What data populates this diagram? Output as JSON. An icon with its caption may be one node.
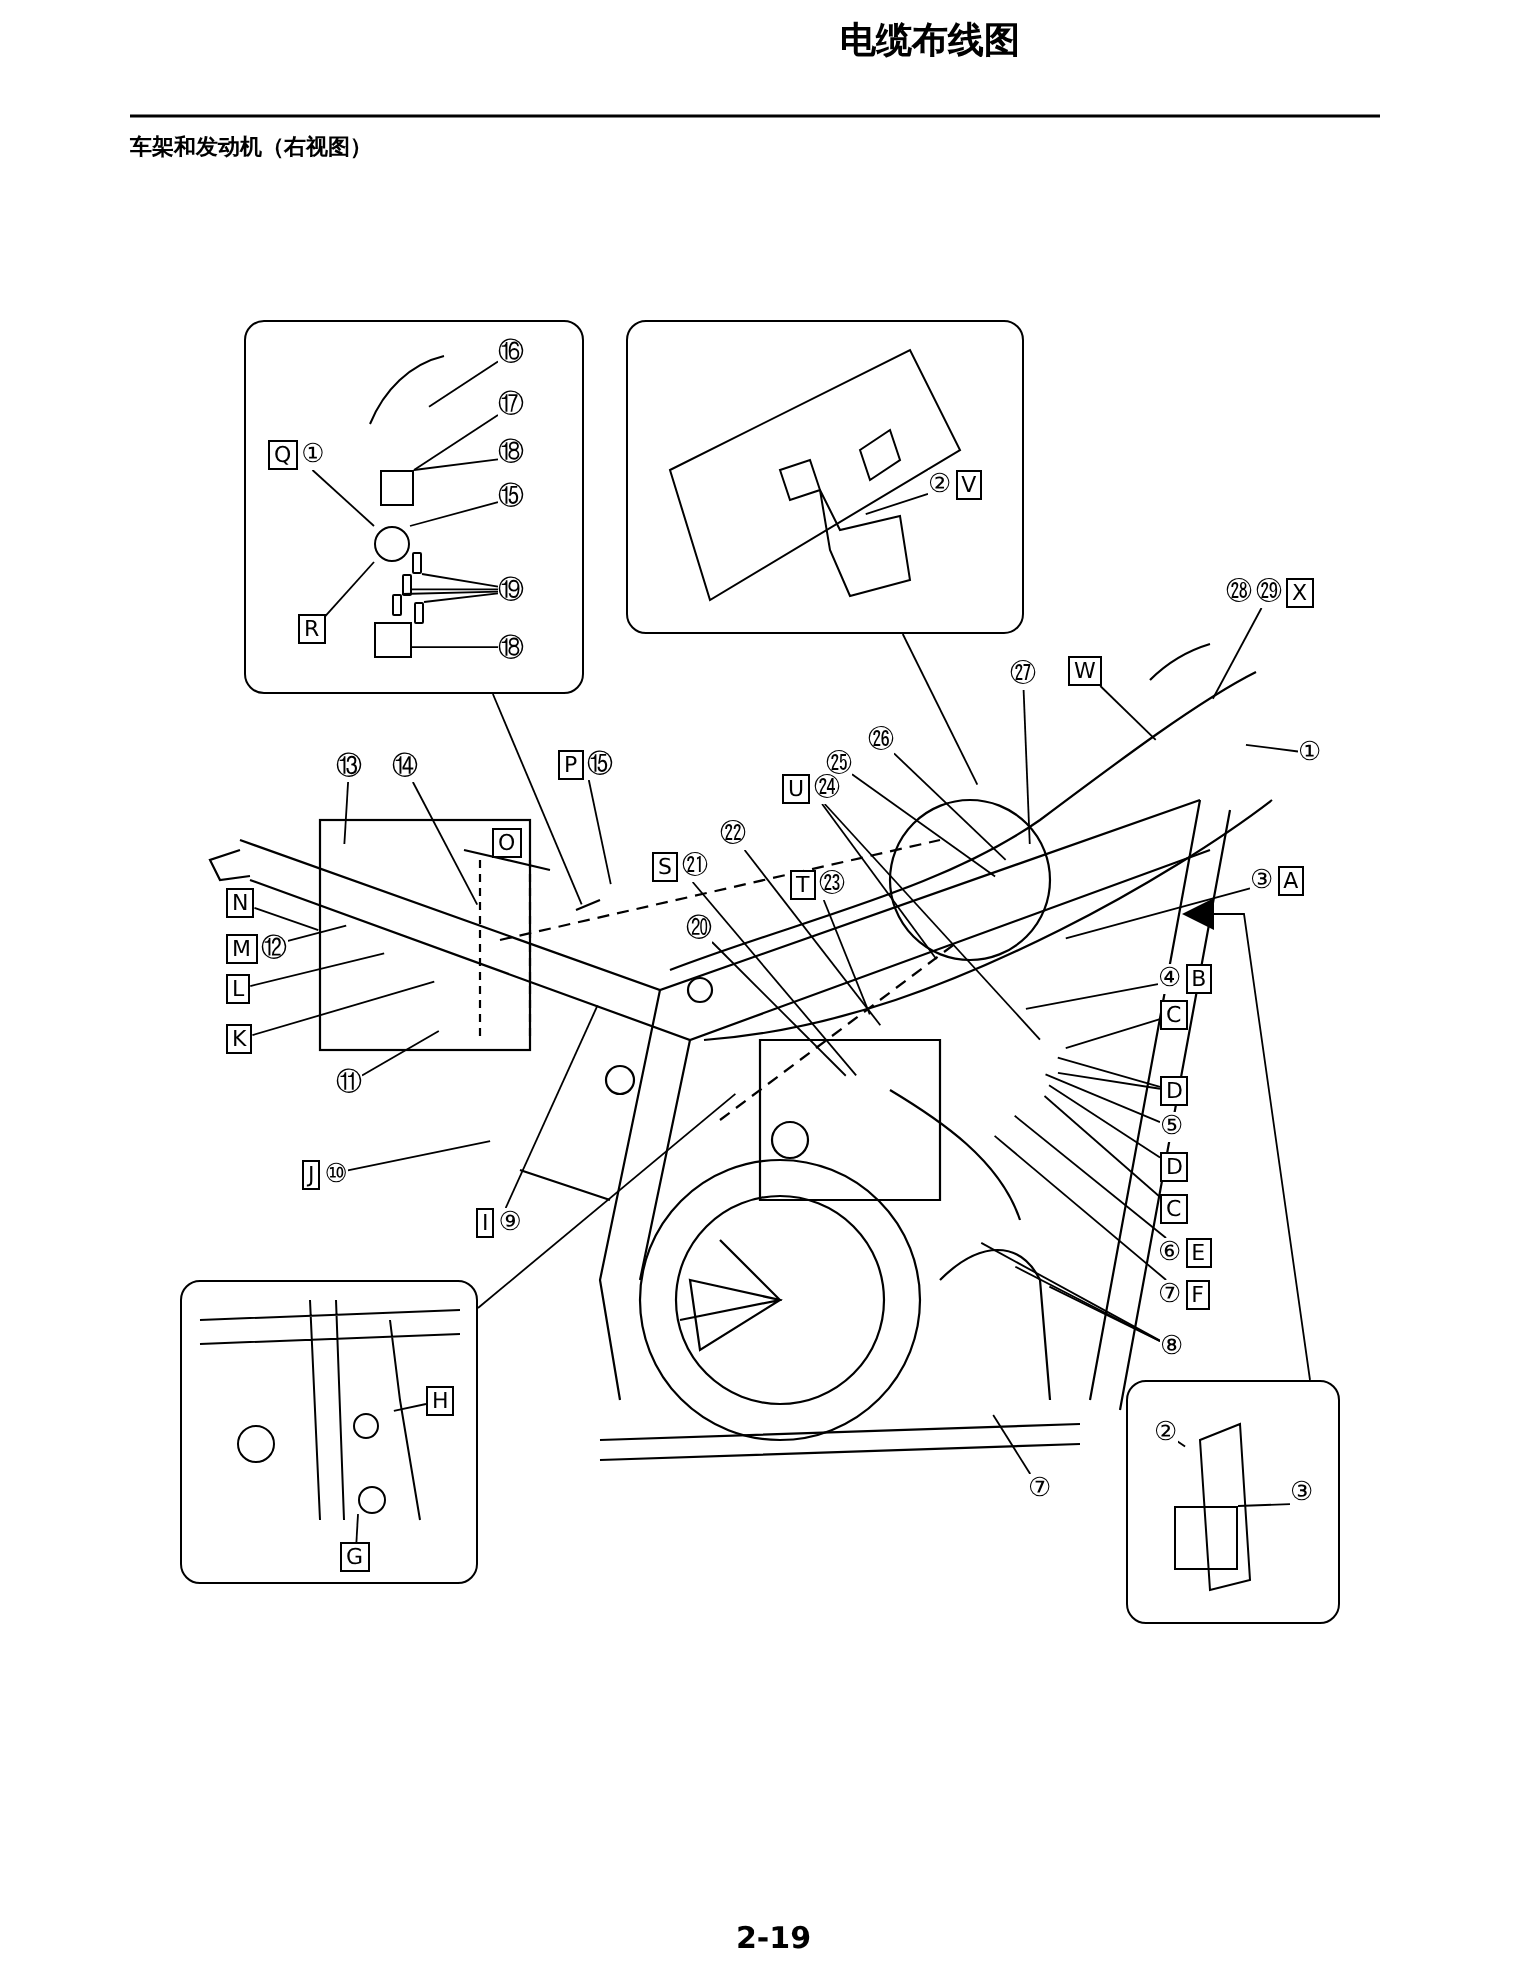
{
  "diagram": {
    "title": "电缆布线图",
    "nodes": [
      {
        "text": [],
        "shape": "picture"
      },
      {
        "text": [],
        "shape": "picture"
      },
      {
        "text": [
          "Q",
          "①"
        ],
        "in": 0
      },
      {
        "text": [
          "⑯"
        ],
        "in": 0
      },
      {
        "text": [
          "⑰"
        ],
        "in": 0
      },
      {
        "text": [
          "⑱"
        ],
        "in": 0
      },
      {
        "text": [
          "⑮"
        ],
        "in": 0
      },
      {
        "text": [
          "R"
        ],
        "in": 0
      },
      {
        "text": [
          "⑲"
        ],
        "in": 0
      },
      {
        "text": [
          "⑱"
        ],
        "in": 0
      },
      {
        "text": [
          "②",
          "V"
        ],
        "in": 1
      },
      {
        "text": [
          "㉘",
          "㉙",
          "X"
        ]
      },
      {
        "text": [
          "W"
        ]
      },
      {
        "text": [
          "㉗"
        ]
      },
      {
        "text": [
          "①"
        ]
      },
      {
        "text": [
          "㉖"
        ]
      },
      {
        "text": [
          "㉕"
        ]
      },
      {
        "text": [
          "U",
          "㉔"
        ]
      },
      {
        "text": [
          "⑬"
        ]
      },
      {
        "text": [
          "⑭"
        ]
      },
      {
        "text": [
          "P",
          "⑮"
        ]
      },
      {
        "text": [
          "S",
          "㉑"
        ]
      },
      {
        "text": [
          "㉒"
        ]
      },
      {
        "text": [
          "T",
          "㉓"
        ]
      },
      {
        "text": [
          "③",
          "A"
        ]
      },
      {
        "text": [
          "⑳"
        ]
      },
      {
        "text": [
          "N"
        ]
      },
      {
        "text": [
          "M",
          "⑫"
        ]
      },
      {
        "text": [
          "④",
          "B"
        ]
      },
      {
        "text": [
          "L"
        ]
      },
      {
        "text": [
          "C"
        ]
      },
      {
        "text": [
          "K"
        ]
      },
      {
        "text": [
          "D"
        ]
      },
      {
        "text": [
          "⑪"
        ]
      },
      {
        "text": [
          "⑤"
        ]
      },
      {
        "text": [
          "D"
        ]
      },
      {
        "text": [
          "J",
          "⑩"
        ]
      },
      {
        "text": [
          "C"
        ]
      },
      {
        "text": [
          "I",
          "⑨"
        ]
      },
      {
        "text": [
          "⑥",
          "E"
        ]
      },
      {
        "text": [
          "⑦",
          "F"
        ]
      },
      {
        "text": [
          "⑧"
        ]
      },
      {
        "text": [
          "⑦"
        ]
      },
      {
        "text": [],
        "shape": "picture"
      },
      {
        "text": [
          "H"
        ],
        "in": 43
      },
      {
        "text": [
          "G"
        ],
        "in": 43
      },
      {
        "text": [],
        "shape": "picture"
      },
      {
        "text": [
          "②"
        ],
        "in": 46
      },
      {
        "text": [
          "③"
        ],
        "in": 46
      },
      {
        "text": [],
        "shape": "circle",
        "in": 0
      },
      {
        "text": [],
        "shape": "circle",
        "in": 43
      },
      {
        "text": [],
        "shape": "box",
        "in": 46
      },
      {
        "text": [],
        "shape": "box",
        "in": 0
      },
      {
        "text": [],
        "shape": "box",
        "in": 0
      },
      {
        "text": [],
        "shape": "bar",
        "in": 0
      },
      {
        "text": [],
        "shape": "bar",
        "in": 0
      },
      {
        "text": [],
        "shape": "bar",
        "in": 0
      },
      {
        "text": [],
        "shape": "bar",
        "in": 0
      }
    ],
    "edges": [
      {
        "from": 0,
        "to": null,
        "arrow": "none"
      },
      {
        "from": 1,
        "to": null,
        "arrow": "none"
      },
      {
        "from": 2,
        "to": 49,
        "arrow": "none"
      },
      {
        "from": 3,
        "to": null,
        "arrow": "none"
      },
      {
        "from": 4,
        "to": 52,
        "arrow": "none"
      },
      {
        "from": 5,
        "to": 52,
        "arrow": "none"
      },
      {
        "from": 6,
        "to": 49,
        "arrow": "none"
      },
      {
        "from": 7,
        "to": 49,
        "arrow": "none"
      },
      {
        "from": 8,
        "to": 54,
        "arrow": "none"
      },
      {
        "from": 8,
        "to": 55,
        "arrow": "none"
      },
      {
        "from": 8,
        "to": 56,
        "arrow": "none"
      },
      {
        "from": 8,
        "to": 57,
        "arrow": "none"
      },
      {
        "from": 9,
        "to": 53,
        "arrow": "none"
      },
      {
        "from": 10,
        "to": null,
        "arrow": "none"
      },
      {
        "from": 11,
        "to": null,
        "arrow": "none"
      },
      {
        "from": 12,
        "to": null,
        "arrow": "none"
      },
      {
        "from": 13,
        "to": null,
        "arrow": "none"
      },
      {
        "from": 14,
        "to": null,
        "arrow": "none"
      },
      {
        "from": 15,
        "to": null,
        "arrow": "none"
      },
      {
        "from": 16,
        "to": null,
        "arrow": "none"
      },
      {
        "from": 17,
        "to": null,
        "arrow": "none"
      },
      {
        "from": 17,
        "to": null,
        "arrow": "none"
      },
      {
        "from": 18,
        "to": null,
        "arrow": "none"
      },
      {
        "from": 19,
        "to": null,
        "arrow": "none"
      },
      {
        "from": 20,
        "to": null,
        "arrow": "none"
      },
      {
        "from": 21,
        "to": null,
        "arrow": "none"
      },
      {
        "from": 22,
        "to": null,
        "arrow": "none"
      },
      {
        "from": 23,
        "to": null,
        "arrow": "none"
      },
      {
        "from": 24,
        "to": null,
        "arrow": "none"
      },
      {
        "from": 25,
        "to": null,
        "arrow": "none"
      },
      {
        "from": 26,
        "to": null,
        "arrow": "none"
      },
      {
        "from": 27,
        "to": null,
        "arrow": "none"
      },
      {
        "from": 28,
        "to": null,
        "arrow": "none"
      },
      {
        "from": 29,
        "to": null,
        "arrow": "none"
      },
      {
        "from": 30,
        "to": null,
        "arrow": "none"
      },
      {
        "from": 31,
        "to": null,
        "arrow": "none"
      },
      {
        "from": 32,
        "to": null,
        "arrow": "none"
      },
      {
        "from": 32,
        "to": null,
        "arrow": "none"
      },
      {
        "from": 33,
        "to": null,
        "arrow": "none"
      },
      {
        "from": 34,
        "to": null,
        "arrow": "none"
      },
      {
        "from": 35,
        "to": null,
        "arrow": "none"
      },
      {
        "from": 36,
        "to": null,
        "arrow": "none"
      },
      {
        "from": 37,
        "to": null,
        "arrow": "none"
      },
      {
        "from": 38,
        "to": null,
        "arrow": "none"
      },
      {
        "from": 39,
        "to": null,
        "arrow": "none"
      },
      {
        "from": 40,
        "to": null,
        "arrow": "none"
      },
      {
        "from": 41,
        "to": null,
        "arrow": "none"
      },
      {
        "from": 41,
        "to": null,
        "arrow": "none"
      },
      {
        "from": 41,
        "to": null,
        "arrow": "none"
      },
      {
        "from": 42,
        "to": null,
        "arrow": "none"
      },
      {
        "from": 43,
        "to": null,
        "arrow": "none"
      },
      {
        "from": 44,
        "to": null,
        "arrow": "none"
      },
      {
        "from": 45,
        "to": 50,
        "arrow": "none"
      },
      {
        "from": 46,
        "to": null,
        "arrow": "to"
      },
      {
        "from": 47,
        "to": null,
        "arrow": "none"
      },
      {
        "from": 48,
        "to": 51,
        "arrow": "none"
      }
    ],
    "labels": [
      "车架和发动机（右视图）",
      "O",
      "2-19"
    ]
  }
}
